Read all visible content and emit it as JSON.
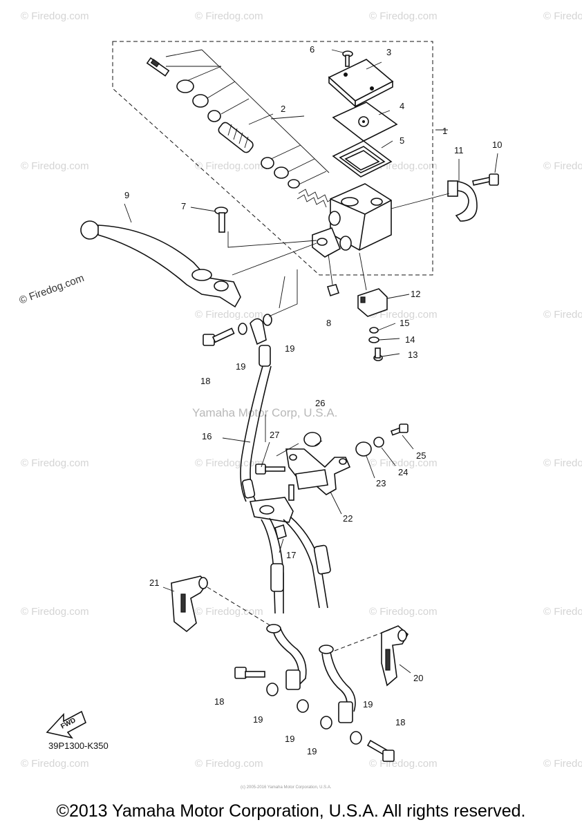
{
  "watermark": {
    "text": "© Firedog.com",
    "center_text": "Yamaha Motor Corp, U.S.A."
  },
  "callouts": {
    "p1": "1",
    "p2": "2",
    "p3": "3",
    "p4": "4",
    "p5": "5",
    "p6": "6",
    "p7": "7",
    "p8": "8",
    "p9": "9",
    "p10": "10",
    "p11": "11",
    "p12": "12",
    "p13": "13",
    "p14": "14",
    "p15": "15",
    "p16": "16",
    "p17": "17",
    "p18": "18",
    "p19": "19",
    "p20": "20",
    "p21": "21",
    "p22": "22",
    "p23": "23",
    "p24": "24",
    "p25": "25",
    "p26": "26",
    "p27": "27"
  },
  "fwd_label": "FWD",
  "diagram_code": "39P1300-K350",
  "tiny_note": "(c) 2005-2016 Yamaha Motor Corporation, U.S.A.",
  "footer": "©2013 Yamaha Motor Corporation, U.S.A. All rights reserved."
}
